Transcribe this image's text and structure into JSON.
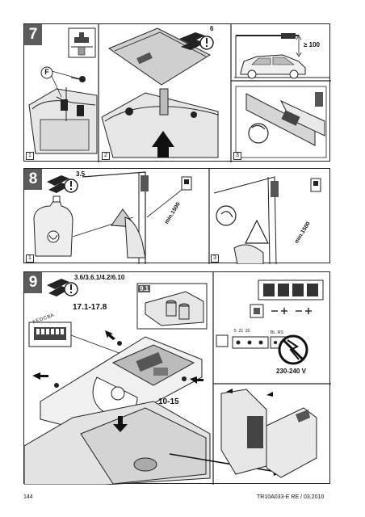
{
  "steps": {
    "s7": {
      "number": "7",
      "callout_f": "F",
      "spec_ref": "6",
      "clearance": "≥ 100",
      "sub": [
        "1",
        "2",
        "3"
      ]
    },
    "s8": {
      "number": "8",
      "spec_ref": "3.5",
      "min_distance_a": "min.1500",
      "min_distance_b": "min.1500",
      "sub": [
        "1",
        "3"
      ]
    },
    "s9": {
      "number": "9",
      "spec_ref": "3.6/3.6.1/4.2/6.10",
      "detail_tag": "9.1",
      "screw_range_top": "17.1-17.8",
      "screw_range_bottom": "10-15",
      "dip_letters": "F E D C B A",
      "terminal_labels": "5  21  20",
      "terminal_labels_b": "BL  RS",
      "voltage": "230-240 V"
    }
  },
  "footer": {
    "page_number": "144",
    "doc_ref": "TR10A033-E  RE / 03.2010"
  },
  "colors": {
    "step_badge": "#5c5c5c",
    "line": "#222222",
    "shade": "#d8d8d8"
  }
}
